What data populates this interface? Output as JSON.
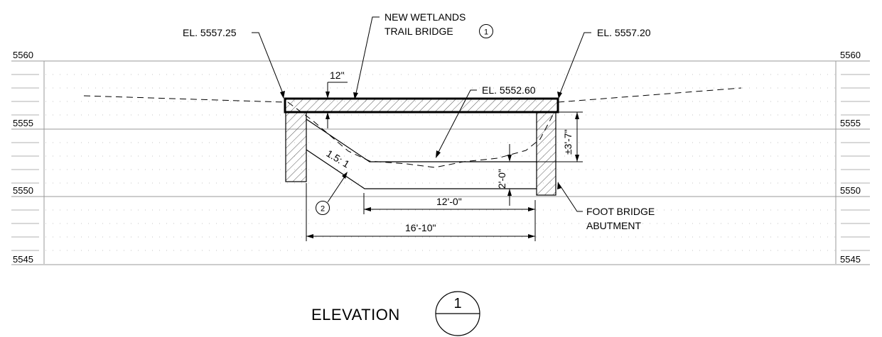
{
  "elevation_scale": {
    "left_labels": [
      "5560",
      "5555",
      "5550",
      "5545"
    ],
    "right_labels": [
      "5560",
      "5555",
      "5550",
      "5545"
    ]
  },
  "callouts": {
    "el_left": "EL. 5557.25",
    "bridge_line1": "NEW WETLANDS",
    "bridge_line2": "TRAIL BRIDGE",
    "bridge_tag": "1",
    "el_right": "EL. 5557.20",
    "el_center": "EL. 5552.60",
    "deck_depth": "12\"",
    "slope": "1.5: 1",
    "section_tag": "2",
    "abutment_line1": "FOOT BRIDGE",
    "abutment_line2": "ABUTMENT"
  },
  "dimensions": {
    "height_right": "±3'-7\"",
    "depth_channel": "2'-0\"",
    "channel_width": "12'-0\"",
    "overall_width": "16'-10\""
  },
  "title_block": {
    "title": "ELEVATION",
    "number": "1"
  }
}
